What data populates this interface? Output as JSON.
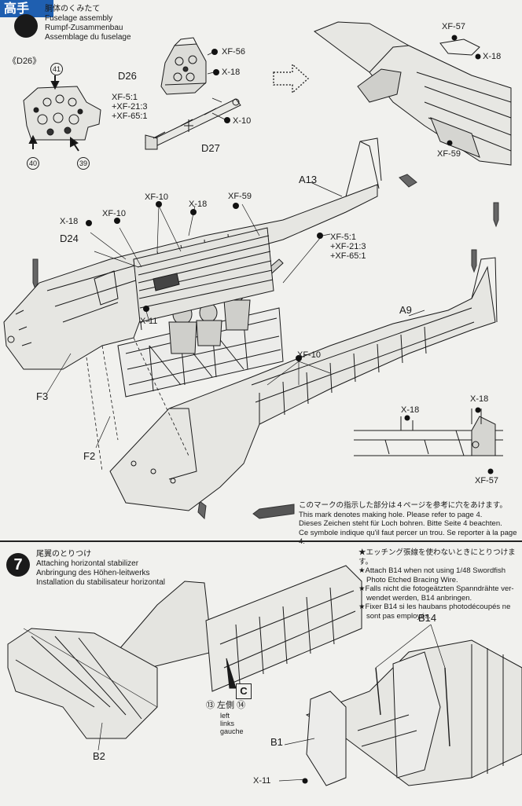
{
  "header": {
    "site_mark": "高手",
    "title_lines": [
      "胴体のくみたて",
      "Fuselage assembly",
      "Rumpf-Zusammenbau",
      "Assemblage du fuselage"
    ]
  },
  "step6": {
    "subassembly_ref": "《D26》",
    "part_callouts": {
      "p41": "41",
      "p40": "40",
      "p39": "39",
      "D26": "D26",
      "D27": "D27",
      "D24": "D24",
      "A13": "A13",
      "A9": "A9",
      "F3": "F3",
      "F2": "F2"
    },
    "paints": {
      "xf56": "XF-56",
      "xf18": "X-18",
      "xf10a": "X-10",
      "mix_d27": [
        "XF-5:1",
        "+XF-21:3",
        "+XF-65:1"
      ],
      "xf57_top": "XF-57",
      "x18_top": "X-18",
      "xf59_top": "XF-59",
      "xf10_b": "XF-10",
      "x18_b": "X-18",
      "xf59_b": "XF-59",
      "x18_c": "X-18",
      "xf10_c": "XF-10",
      "mix_cockpit": [
        "XF-5:1",
        "+XF-21:3",
        "+XF-65:1"
      ],
      "x11": "X-11",
      "xf10_d": "XF-10",
      "x18_inset1": "X-18",
      "x18_inset2": "X-18",
      "xf57_inset": "XF-57"
    },
    "hole_note": [
      "このマークの指示した部分は４ページを参考に穴をあけます。",
      "This mark denotes making hole. Please refer to page 4.",
      "Dieses Zeichen steht für Loch bohren. Bitte Seite 4 beachten.",
      "Ce symbole indique qu'il faut percer un trou. Se reporter à la page 4."
    ]
  },
  "step7": {
    "number": "7",
    "title_lines": [
      "尾翼のとりつけ",
      "Attaching horizontal stabilizer",
      "Anbringung des Höhen-leitwerks",
      "Installation du stabilisateur horizontal"
    ],
    "etch_note": [
      "★エッチング張線を使わないときにとりつけます。",
      "★Attach B14 when not using 1/48 Swordfish",
      "Photo Etched Bracing Wire.",
      "★Falls nicht die fotogeätzten Spanndrähte ver-",
      "wendet werden, B14 anbringen.",
      "★Fixer B14 si les haubans photodécoupés ne",
      "sont pas employés."
    ],
    "parts": {
      "B14": "B14",
      "B1": "B1",
      "B2": "B2",
      "x11": "X-11"
    },
    "side_ref": "⑬ 左側 ⑭",
    "side_words": [
      "left",
      "links",
      "gauche"
    ],
    "c_box": "C"
  },
  "colors": {
    "ink": "#1a1a1a",
    "paper": "#f1f1ee",
    "paint_dot": "#111111",
    "hatch": "#555555"
  }
}
